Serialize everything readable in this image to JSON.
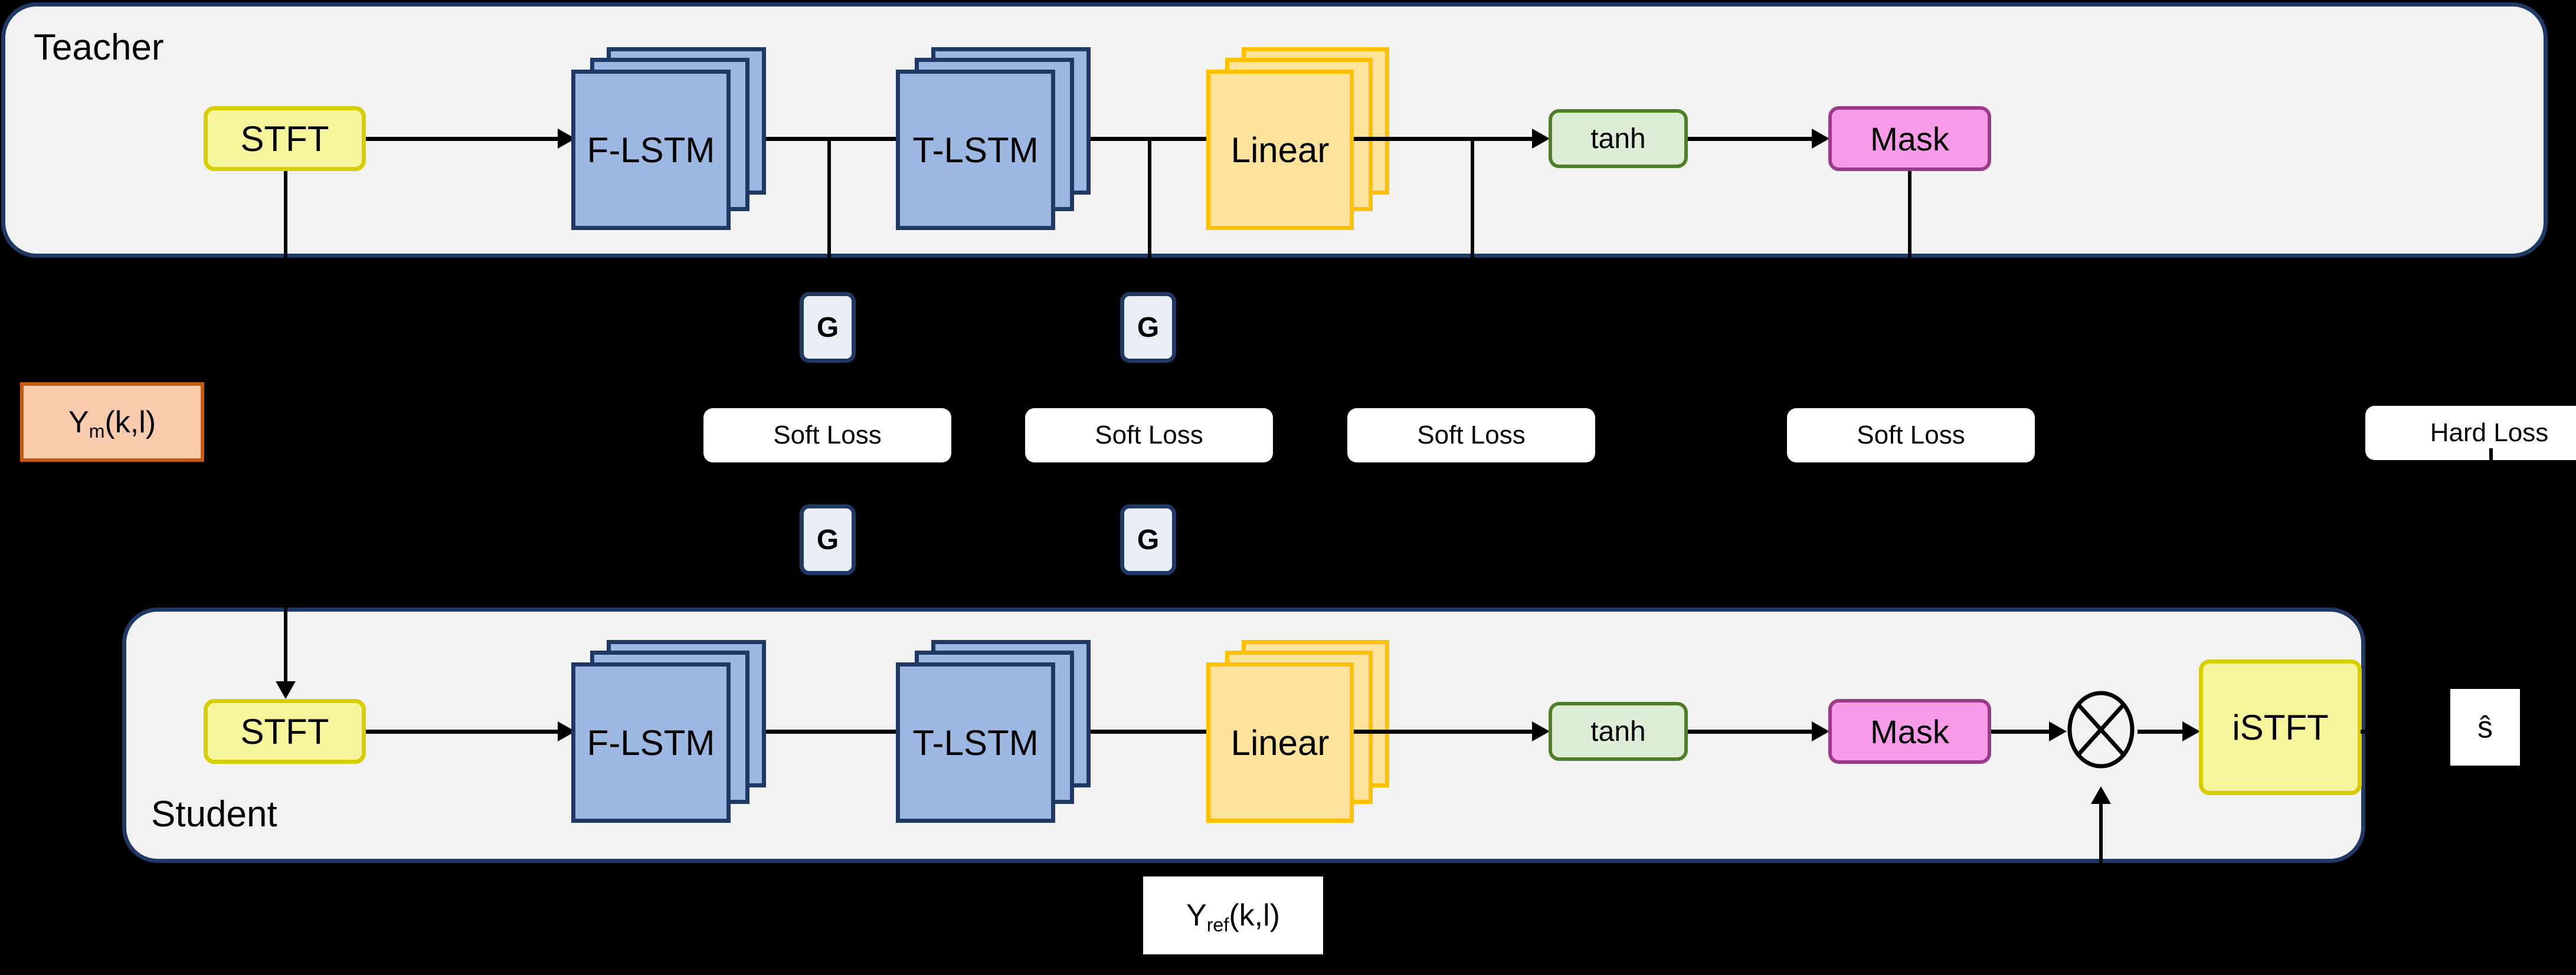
{
  "diagram": {
    "title": "Teacher-Student knowledge distillation speech enhancement block diagram",
    "colors": {
      "group_border": "#1F3864",
      "group_fill": "#F2F2F2",
      "stft_fill": "#F7F59B",
      "stft_border": "#D6CE00",
      "lstm_fill": "#9DB7E3",
      "lstm_border": "#1F3864",
      "linear_fill": "#FDE29B",
      "linear_border": "#FFC000",
      "tanh_fill": "#DEEDD5",
      "tanh_border": "#4F7E29",
      "mask_fill": "#F79BE8",
      "mask_border": "#9C3A8A",
      "ym_fill": "#F8CBAD",
      "ym_border": "#C55A11",
      "g_fill": "#EAEEF6",
      "background": "#000000"
    }
  },
  "teacher": {
    "label": "Teacher",
    "nodes": {
      "stft": "STFT",
      "f_lstm": "F-LSTM",
      "t_lstm": "T-LSTM",
      "linear": "Linear",
      "tanh": "tanh",
      "mask": "Mask"
    }
  },
  "student": {
    "label": "Student",
    "nodes": {
      "stft": "STFT",
      "f_lstm": "F-LSTM",
      "t_lstm": "T-LSTM",
      "linear": "Linear",
      "tanh": "tanh",
      "mask": "Mask",
      "multiply": "multiply-operator",
      "istft": "iSTFT"
    }
  },
  "middle": {
    "g_top": [
      "G",
      "G"
    ],
    "g_bottom": [
      "G",
      "G"
    ],
    "soft_losses": [
      "Soft Loss",
      "Soft Loss",
      "Soft Loss",
      "Soft Loss"
    ],
    "hard_loss": "Hard Loss"
  },
  "signals": {
    "y_m": "Y",
    "y_m_sub": "m",
    "y_m_tail": "(k,l)",
    "y_ref": "Y",
    "y_ref_sub": "ref",
    "y_ref_tail": "(k,l)",
    "s_hat": "ŝ"
  }
}
